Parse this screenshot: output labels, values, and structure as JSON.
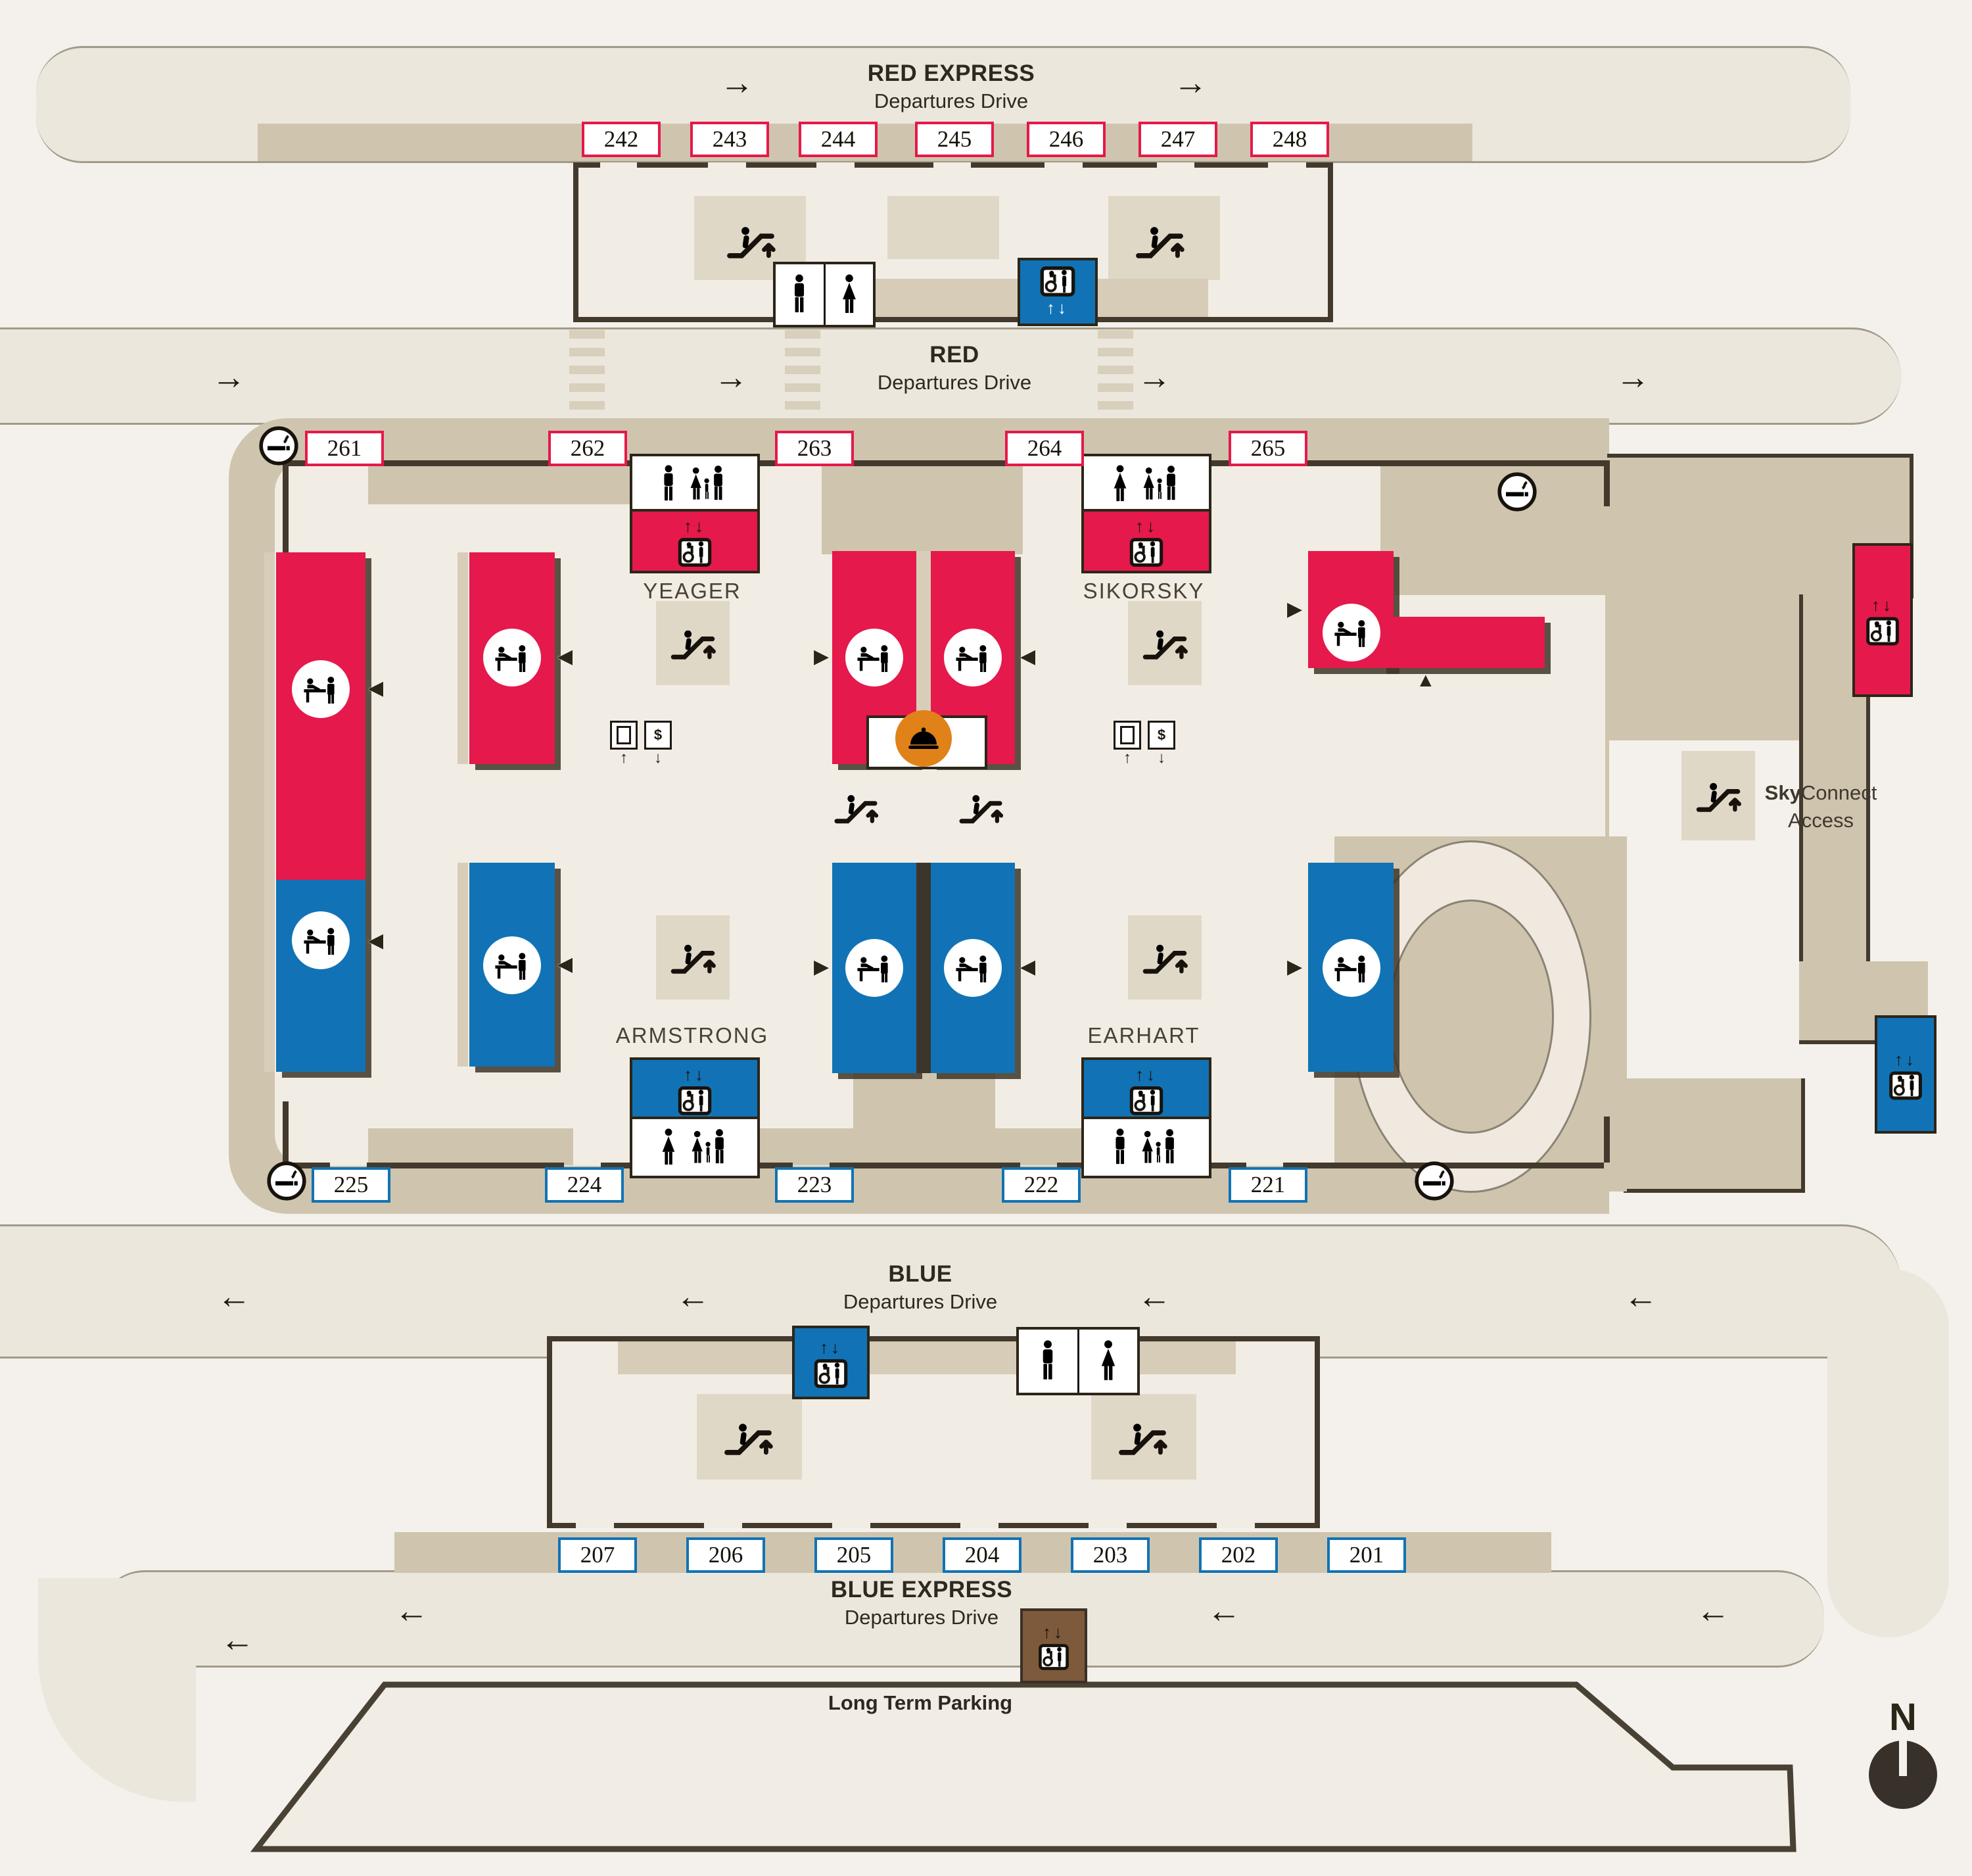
{
  "colors": {
    "red": "#e5194b",
    "blue": "#1173b5",
    "orange": "#e08218",
    "brown": "#7d5a3c",
    "tan": "#cfc5ae",
    "cream": "#f2ede4",
    "road": "#ece7dd",
    "wall": "#43392c"
  },
  "icons": {
    "arrow_right": "→",
    "arrow_left": "←",
    "up_down": "↑↓",
    "up": "↑",
    "down": "↓",
    "dollar": "$"
  },
  "roads": {
    "red_express": {
      "name": "RED EXPRESS",
      "sub": "Departures Drive"
    },
    "red": {
      "name": "RED",
      "sub": "Departures Drive"
    },
    "blue": {
      "name": "BLUE",
      "sub": "Departures Drive"
    },
    "blue_express": {
      "name": "BLUE EXPRESS",
      "sub": "Departures Drive"
    }
  },
  "doors": {
    "red_express": [
      "242",
      "243",
      "244",
      "245",
      "246",
      "247",
      "248"
    ],
    "red": [
      "261",
      "262",
      "263",
      "264",
      "265"
    ],
    "blue": [
      "225",
      "224",
      "223",
      "222",
      "221"
    ],
    "blue_express": [
      "207",
      "206",
      "205",
      "204",
      "203",
      "202",
      "201"
    ]
  },
  "zones": {
    "yeager": "YEAGER",
    "sikorsky": "SIKORSKY",
    "armstrong": "ARMSTRONG",
    "earhart": "EARHART"
  },
  "skyconnect": {
    "bold": "Sky",
    "rest": "Connect",
    "line2": "Access"
  },
  "parking": {
    "label": "Long Term Parking"
  },
  "compass": {
    "label": "N"
  }
}
